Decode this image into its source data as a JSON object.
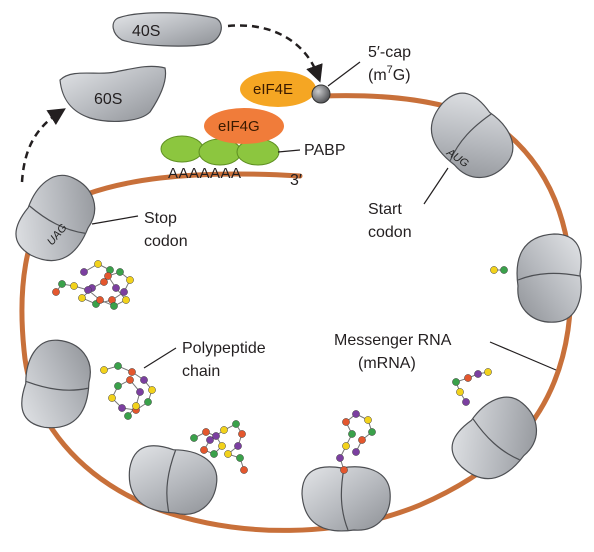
{
  "subunits": {
    "small": "40S",
    "large": "60S"
  },
  "cap": {
    "line1": "5′-cap",
    "line2_prefix": "(m",
    "line2_sup": "7",
    "line2_suffix": "G)"
  },
  "factors": {
    "eif4e": "eIF4E",
    "eif4g": "eIF4G",
    "pabp": "PABP"
  },
  "poly_a": "AAAAAAA",
  "three_prime": "3′",
  "codons": {
    "start": "AUG",
    "stop": "UAG"
  },
  "labels": {
    "start_codon": [
      "Start",
      "codon"
    ],
    "stop_codon": [
      "Stop",
      "codon"
    ],
    "polypeptide": [
      "Polypeptide",
      "chain"
    ],
    "mrna": [
      "Messenger RNA",
      "(mRNA)"
    ]
  },
  "colors": {
    "mrna": "#c8703a",
    "ribosome_fill": "#b5b8bd",
    "ribosome_stroke": "#4d4f53",
    "eif4e": "#f5a623",
    "eif4g": "#f07c3a",
    "pabp": "#8cc63f",
    "cap": "#6d6e71",
    "amino_acids": [
      "#7b3fa0",
      "#f2d21b",
      "#3aa14a",
      "#e4572e"
    ]
  }
}
